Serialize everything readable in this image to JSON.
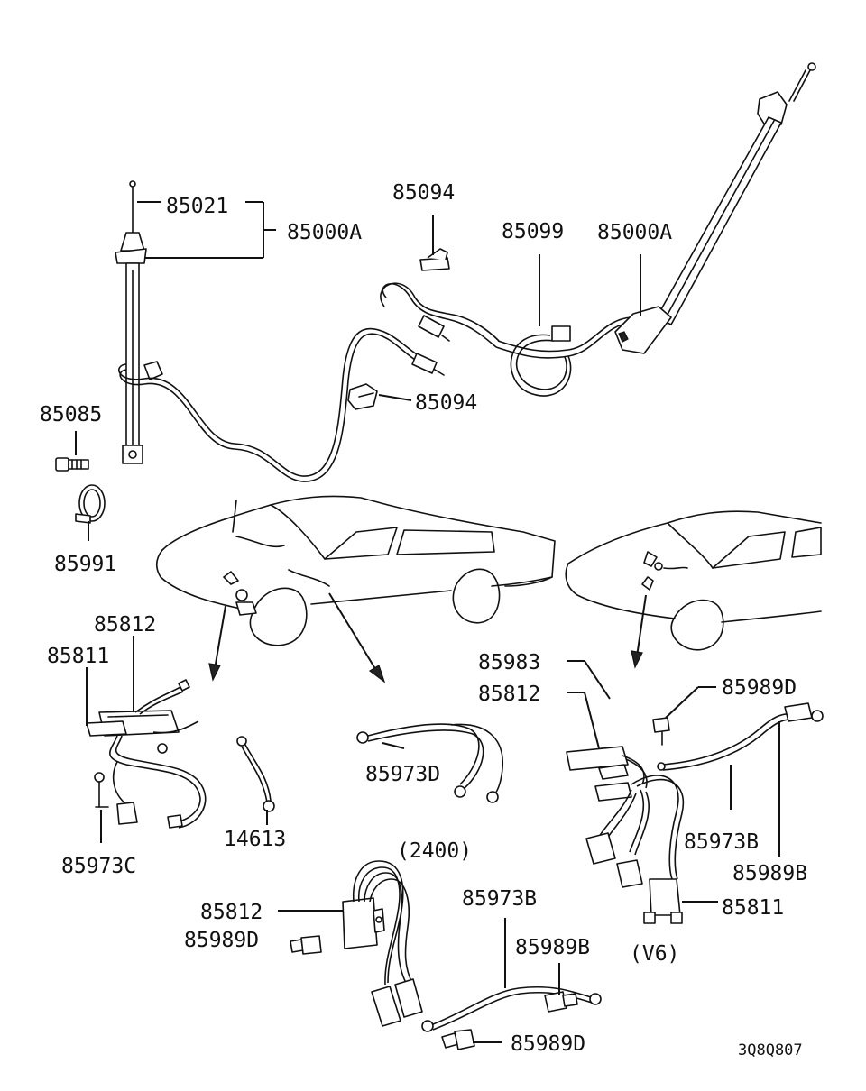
{
  "diagram": {
    "labels": {
      "p85021": "85021",
      "p85000A_left": "85000A",
      "p85094_top": "85094",
      "p85099": "85099",
      "p85000A_right": "85000A",
      "p85094_mid": "85094",
      "p85085": "85085",
      "p85991": "85991",
      "p85812_a": "85812",
      "p85811_a": "85811",
      "p85973C": "85973C",
      "p14613": "14613",
      "p85973D": "85973D",
      "p85983": "85983",
      "p85812_b": "85812",
      "p85989D_a": "85989D",
      "p85973B_a": "85973B",
      "p85989B_a": "85989B",
      "p85811_b": "85811",
      "v6": "(V6)",
      "g2400": "(2400)",
      "p85812_c": "85812",
      "p85989D_b": "85989D",
      "p85973B_b": "85973B",
      "p85989B_b": "85989B",
      "p85989D_c": "85989D",
      "code": "3Q8Q807"
    }
  }
}
